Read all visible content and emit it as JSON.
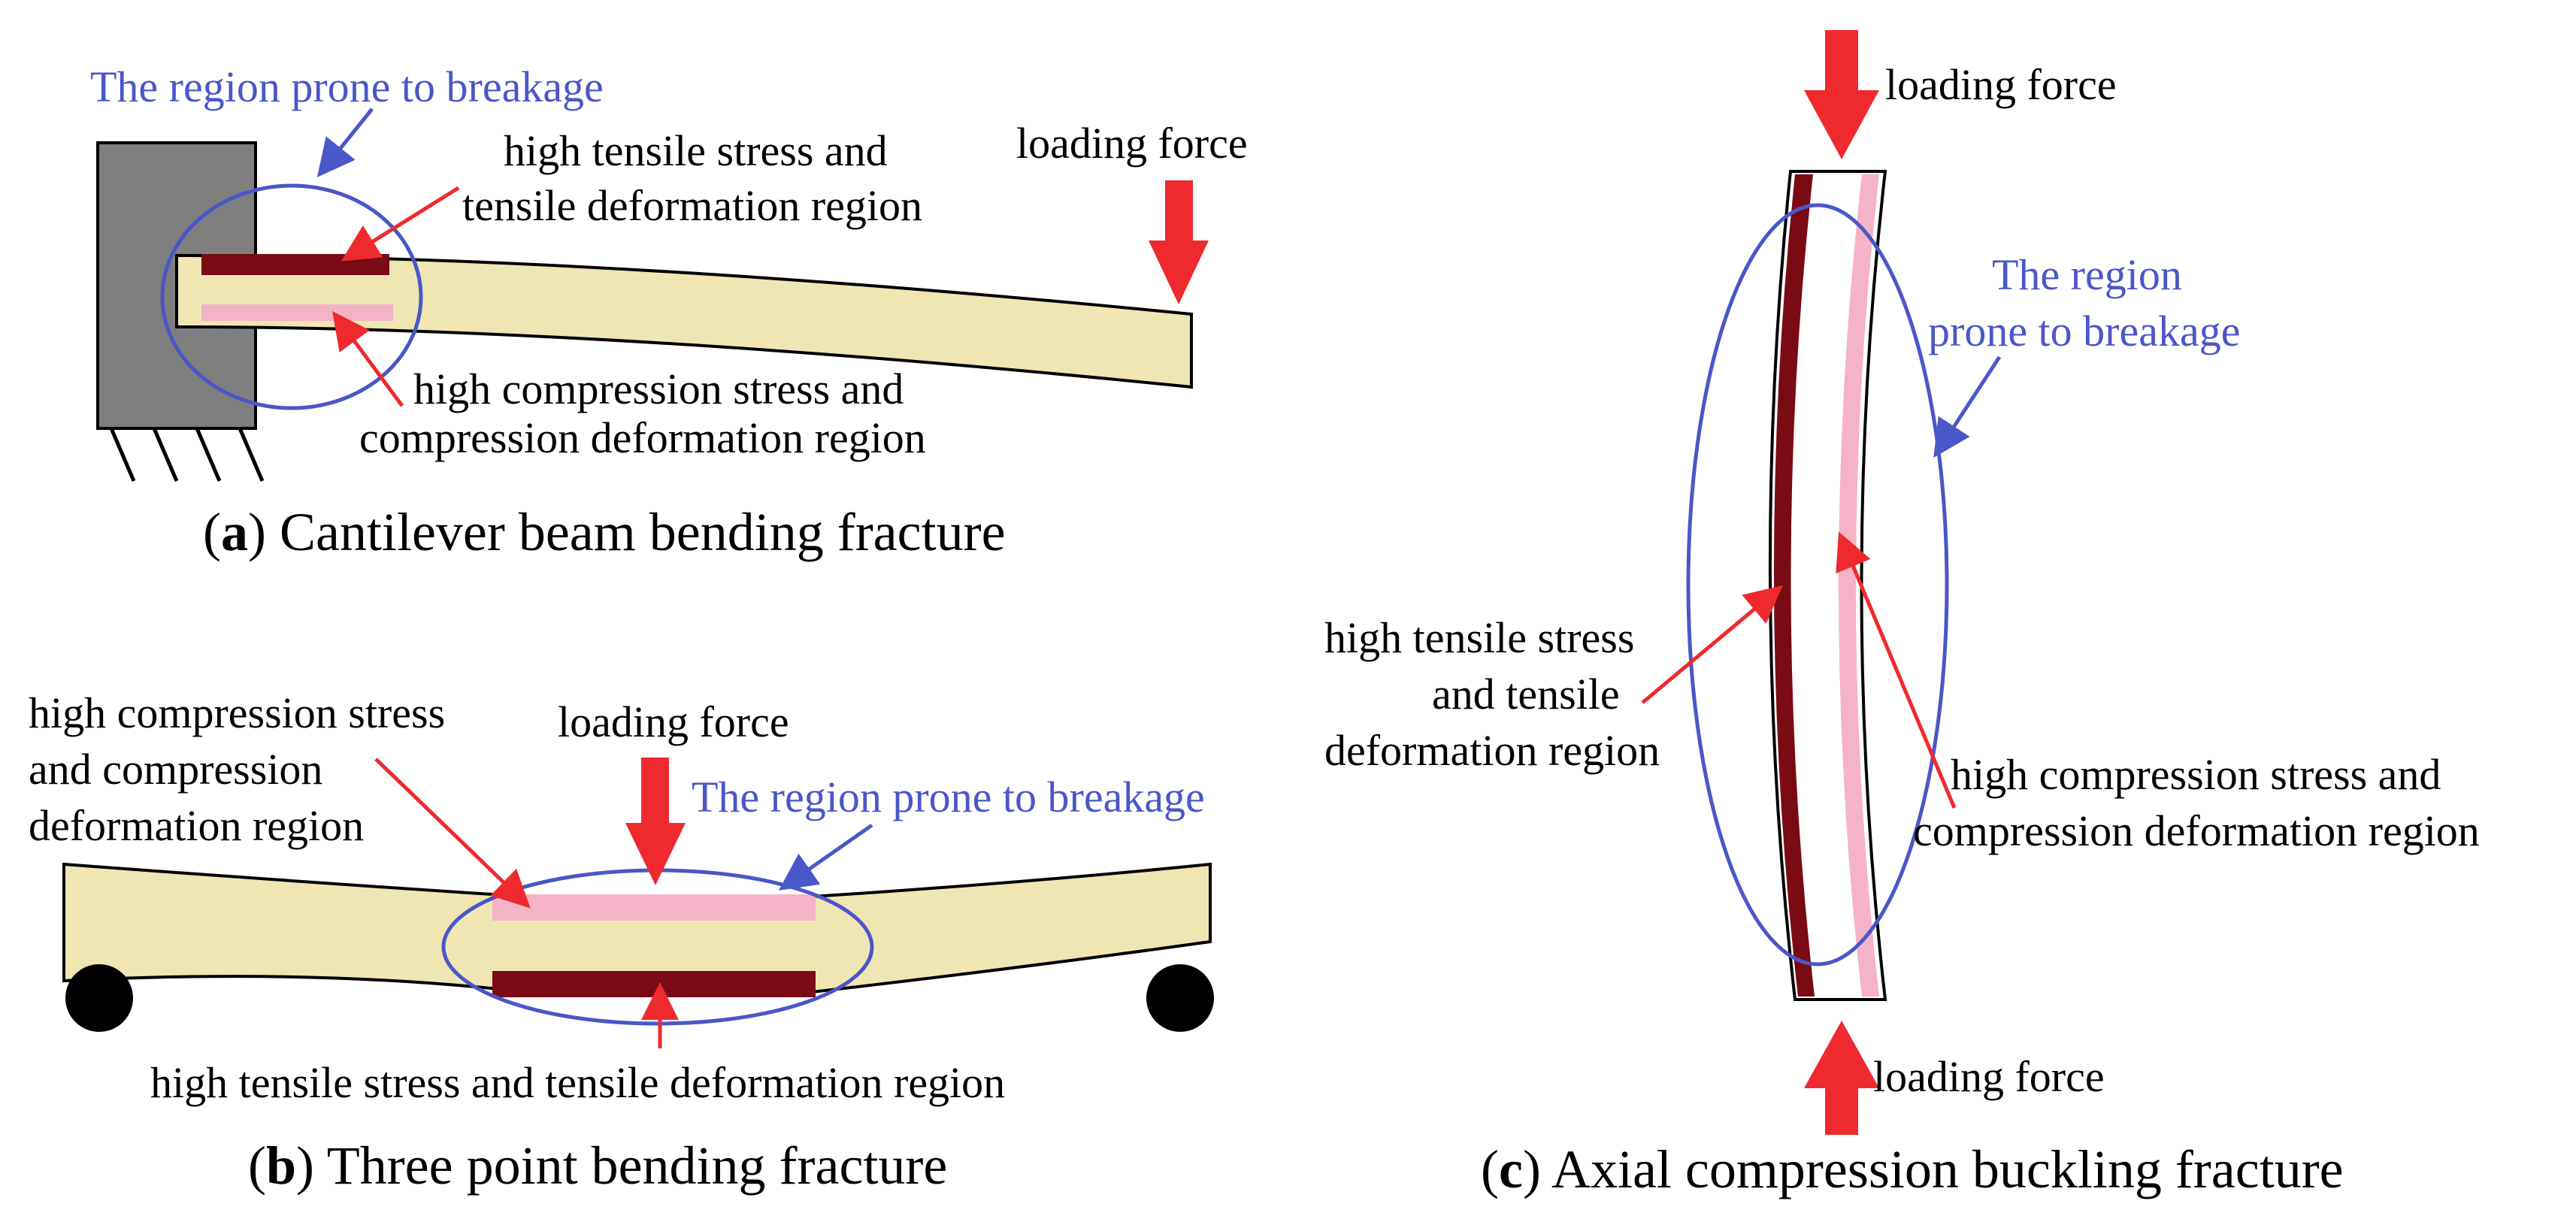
{
  "panel_a": {
    "region_label": "The region prone to breakage",
    "tensile_label": [
      "high tensile stress and",
      "tensile deformation region"
    ],
    "compression_label": [
      "high compression stress and",
      "compression deformation region"
    ],
    "force_label": "loading force",
    "caption_letter": "a",
    "caption_text": " Cantilever beam bending fracture"
  },
  "panel_b": {
    "compression_label": [
      "high compression stress",
      "and compression",
      "deformation region"
    ],
    "force_label": "loading force",
    "region_label": "The region prone to breakage",
    "tensile_label": "high tensile stress and tensile deformation region",
    "caption_letter": "b",
    "caption_text": " Three point bending fracture"
  },
  "panel_c": {
    "force_top_label": "loading force",
    "region_label": [
      "The region",
      "prone to breakage"
    ],
    "tensile_label": [
      "high tensile stress",
      "and tensile",
      "deformation region"
    ],
    "compression_label": [
      "high compression stress and",
      "compression deformation region"
    ],
    "force_bottom_label": "loading force",
    "caption_letter": "c",
    "caption_text": " Axial compression buckling fracture"
  },
  "colors": {
    "beam": "#f0e6b4",
    "tension_zone": "#7a0a14",
    "compression_zone": "#f5b3c7",
    "force_arrow": "#ee2a2f",
    "region_outline": "#4a57c8",
    "wall": "#7f7f7f"
  }
}
